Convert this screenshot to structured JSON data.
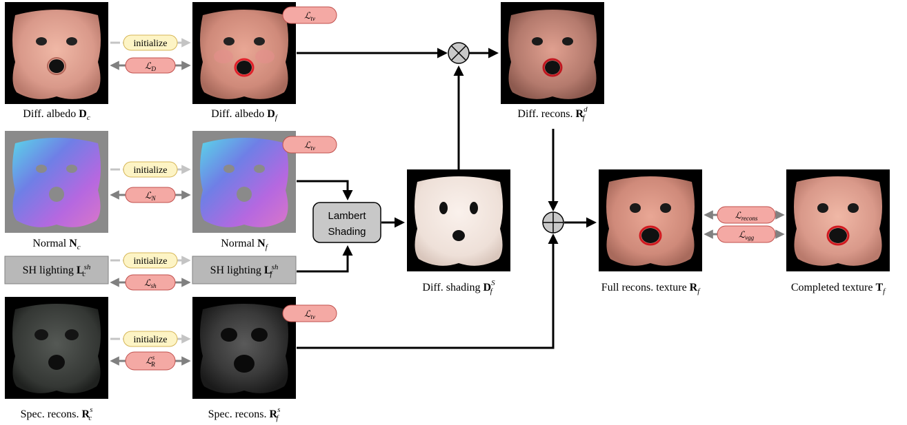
{
  "captions": {
    "diff_albedo_c": {
      "text": "Diff. albedo ",
      "sym": "D",
      "sub": "c",
      "sup": ""
    },
    "diff_albedo_f": {
      "text": "Diff. albedo ",
      "sym": "D",
      "sub": "f",
      "sup": ""
    },
    "diff_recons": {
      "text": "Diff. recons. ",
      "sym": "R",
      "sub": "f",
      "sup": "d"
    },
    "normal_c": {
      "text": "Normal ",
      "sym": "N",
      "sub": "c",
      "sup": ""
    },
    "normal_f": {
      "text": "Normal ",
      "sym": "N",
      "sub": "f",
      "sup": ""
    },
    "diff_shading": {
      "text": "Diff. shading ",
      "sym": "D",
      "sub": "f",
      "sup": "S"
    },
    "full_recons": {
      "text": "Full recons. texture ",
      "sym": "R",
      "sub": "f",
      "sup": ""
    },
    "completed": {
      "text": "Completed texture ",
      "sym": "T",
      "sub": "f",
      "sup": ""
    },
    "spec_recons_c": {
      "text": "Spec. recons. ",
      "sym": "R",
      "sub": "c",
      "sup": "s"
    },
    "spec_recons_f": {
      "text": "Spec. recons. ",
      "sym": "R",
      "sub": "f",
      "sup": "s"
    }
  },
  "sh_boxes": {
    "sh_c": {
      "text": "SH lighting ",
      "sym": "L",
      "sub": "c",
      "sup": "sh"
    },
    "sh_f": {
      "text": "SH lighting ",
      "sym": "L",
      "sub": "f",
      "sup": "sh"
    }
  },
  "initialize_label": "initialize",
  "lambert": {
    "line1": "Lambert",
    "line2": "Shading"
  },
  "losses": {
    "tv": {
      "main": "ℒ",
      "sub": "tv",
      "sup": ""
    },
    "D": {
      "main": "ℒ",
      "sub": "D",
      "sup": ""
    },
    "N": {
      "main": "ℒ",
      "sub": "N",
      "sup": ""
    },
    "sh": {
      "main": "ℒ",
      "sub": "sh",
      "sup": ""
    },
    "R": {
      "main": "ℒ",
      "sub": "R",
      "sup": "s"
    },
    "recons": {
      "main": "ℒ",
      "sub": "recons",
      "sup": ""
    },
    "vgg": {
      "main": "ℒ",
      "sub": "vgg",
      "sup": ""
    }
  },
  "operators": {
    "multiply": "⊗",
    "add": "⊕"
  },
  "colors": {
    "init_fill": "#fdf4c5",
    "init_stroke": "#d6b656",
    "loss_fill": "#f4a9a4",
    "loss_stroke": "#c0504d",
    "gray_box": "#b8b8b8",
    "skin": "#e7a997",
    "normal_blue": "#6a7ce0",
    "normal_bg": "#8a8a8a",
    "shading": "#f3e8e2",
    "spec": "#3d403c"
  }
}
